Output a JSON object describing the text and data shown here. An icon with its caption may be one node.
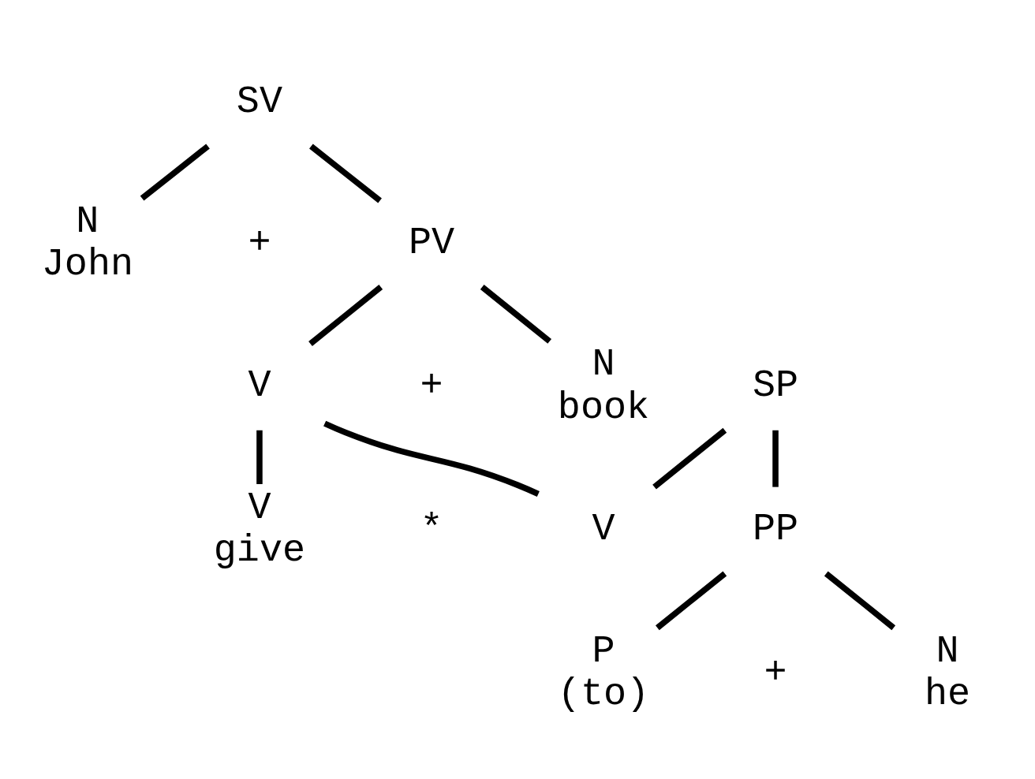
{
  "diagram": {
    "nodes": [
      {
        "text": [
          "SV"
        ]
      },
      {
        "text": [
          "N",
          "John"
        ]
      },
      {
        "text": [
          "PV"
        ]
      },
      {
        "text": [
          "V"
        ]
      },
      {
        "text": [
          "N",
          "book"
        ]
      },
      {
        "text": [
          "SP"
        ]
      },
      {
        "text": [
          "V",
          "give"
        ]
      },
      {
        "text": [
          "V"
        ]
      },
      {
        "text": [
          "PP"
        ]
      },
      {
        "text": [
          "P",
          "(to)"
        ]
      },
      {
        "text": [
          "N",
          "he"
        ]
      }
    ],
    "edges": [
      {
        "from": 0,
        "to": 1,
        "arrow": "none"
      },
      {
        "from": 0,
        "to": 2,
        "arrow": "none"
      },
      {
        "from": 2,
        "to": 3,
        "arrow": "none"
      },
      {
        "from": 2,
        "to": 4,
        "arrow": "none"
      },
      {
        "from": 3,
        "to": 6,
        "arrow": "none"
      },
      {
        "from": 3,
        "to": 7,
        "arrow": "none"
      },
      {
        "from": 5,
        "to": 7,
        "arrow": "none"
      },
      {
        "from": 5,
        "to": 8,
        "arrow": "none"
      },
      {
        "from": 8,
        "to": 9,
        "arrow": "none"
      },
      {
        "from": 8,
        "to": 10,
        "arrow": "none"
      }
    ],
    "labels": [
      "+",
      "+",
      "*",
      "+"
    ]
  }
}
